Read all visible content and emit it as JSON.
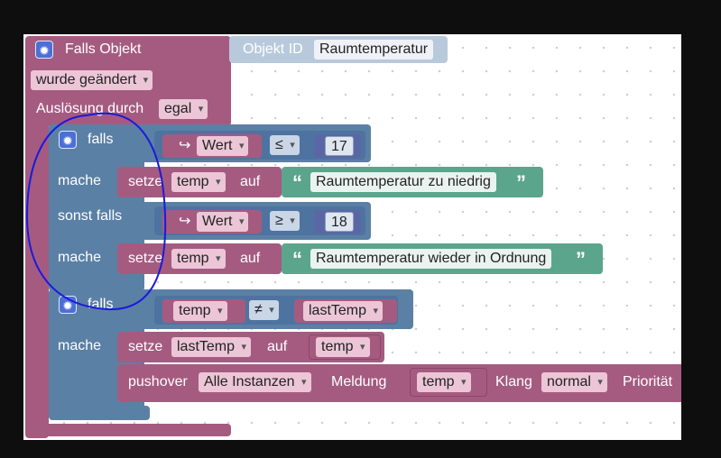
{
  "event": {
    "title": "Falls Objekt",
    "object_label": "Objekt ID",
    "object_value": "Raumtemperatur",
    "trigger_value": "wurde geändert",
    "by_label": "Auslösung durch",
    "by_value": "egal"
  },
  "if1": {
    "falls_label": "falls",
    "cond1": {
      "left": "Wert",
      "op": "≤",
      "right": "17"
    },
    "mache_label": "mache",
    "set1": {
      "setze": "setze",
      "var": "temp",
      "auf": "auf",
      "text": "Raumtemperatur zu niedrig"
    },
    "elseif_label": "sonst falls",
    "cond2": {
      "left": "Wert",
      "op": "≥",
      "right": "18"
    },
    "mache2_label": "mache",
    "set2": {
      "setze": "setze",
      "var": "temp",
      "auf": "auf",
      "text": "Raumtemperatur wieder in Ordnung"
    }
  },
  "if2": {
    "falls_label": "falls",
    "cond": {
      "left": "temp",
      "op": "≠",
      "right": "lastTemp"
    },
    "mache_label": "mache",
    "set": {
      "setze": "setze",
      "var": "lastTemp",
      "auf": "auf",
      "value": "temp"
    },
    "pushover": {
      "label": "pushover",
      "instance": "Alle Instanzen",
      "message_label": "Meldung",
      "message_value": "temp",
      "sound_label": "Klang",
      "sound_value": "normal",
      "priority_label": "Priorität"
    }
  },
  "icons": {
    "gear": "gear-icon",
    "arrow": "return-arrow-icon",
    "quote_open": "“",
    "quote_close": "”"
  },
  "colors": {
    "event": "#a55b80",
    "logic": "#5b80a5",
    "text": "#5ba58c",
    "annotation": "#1a1adc"
  }
}
